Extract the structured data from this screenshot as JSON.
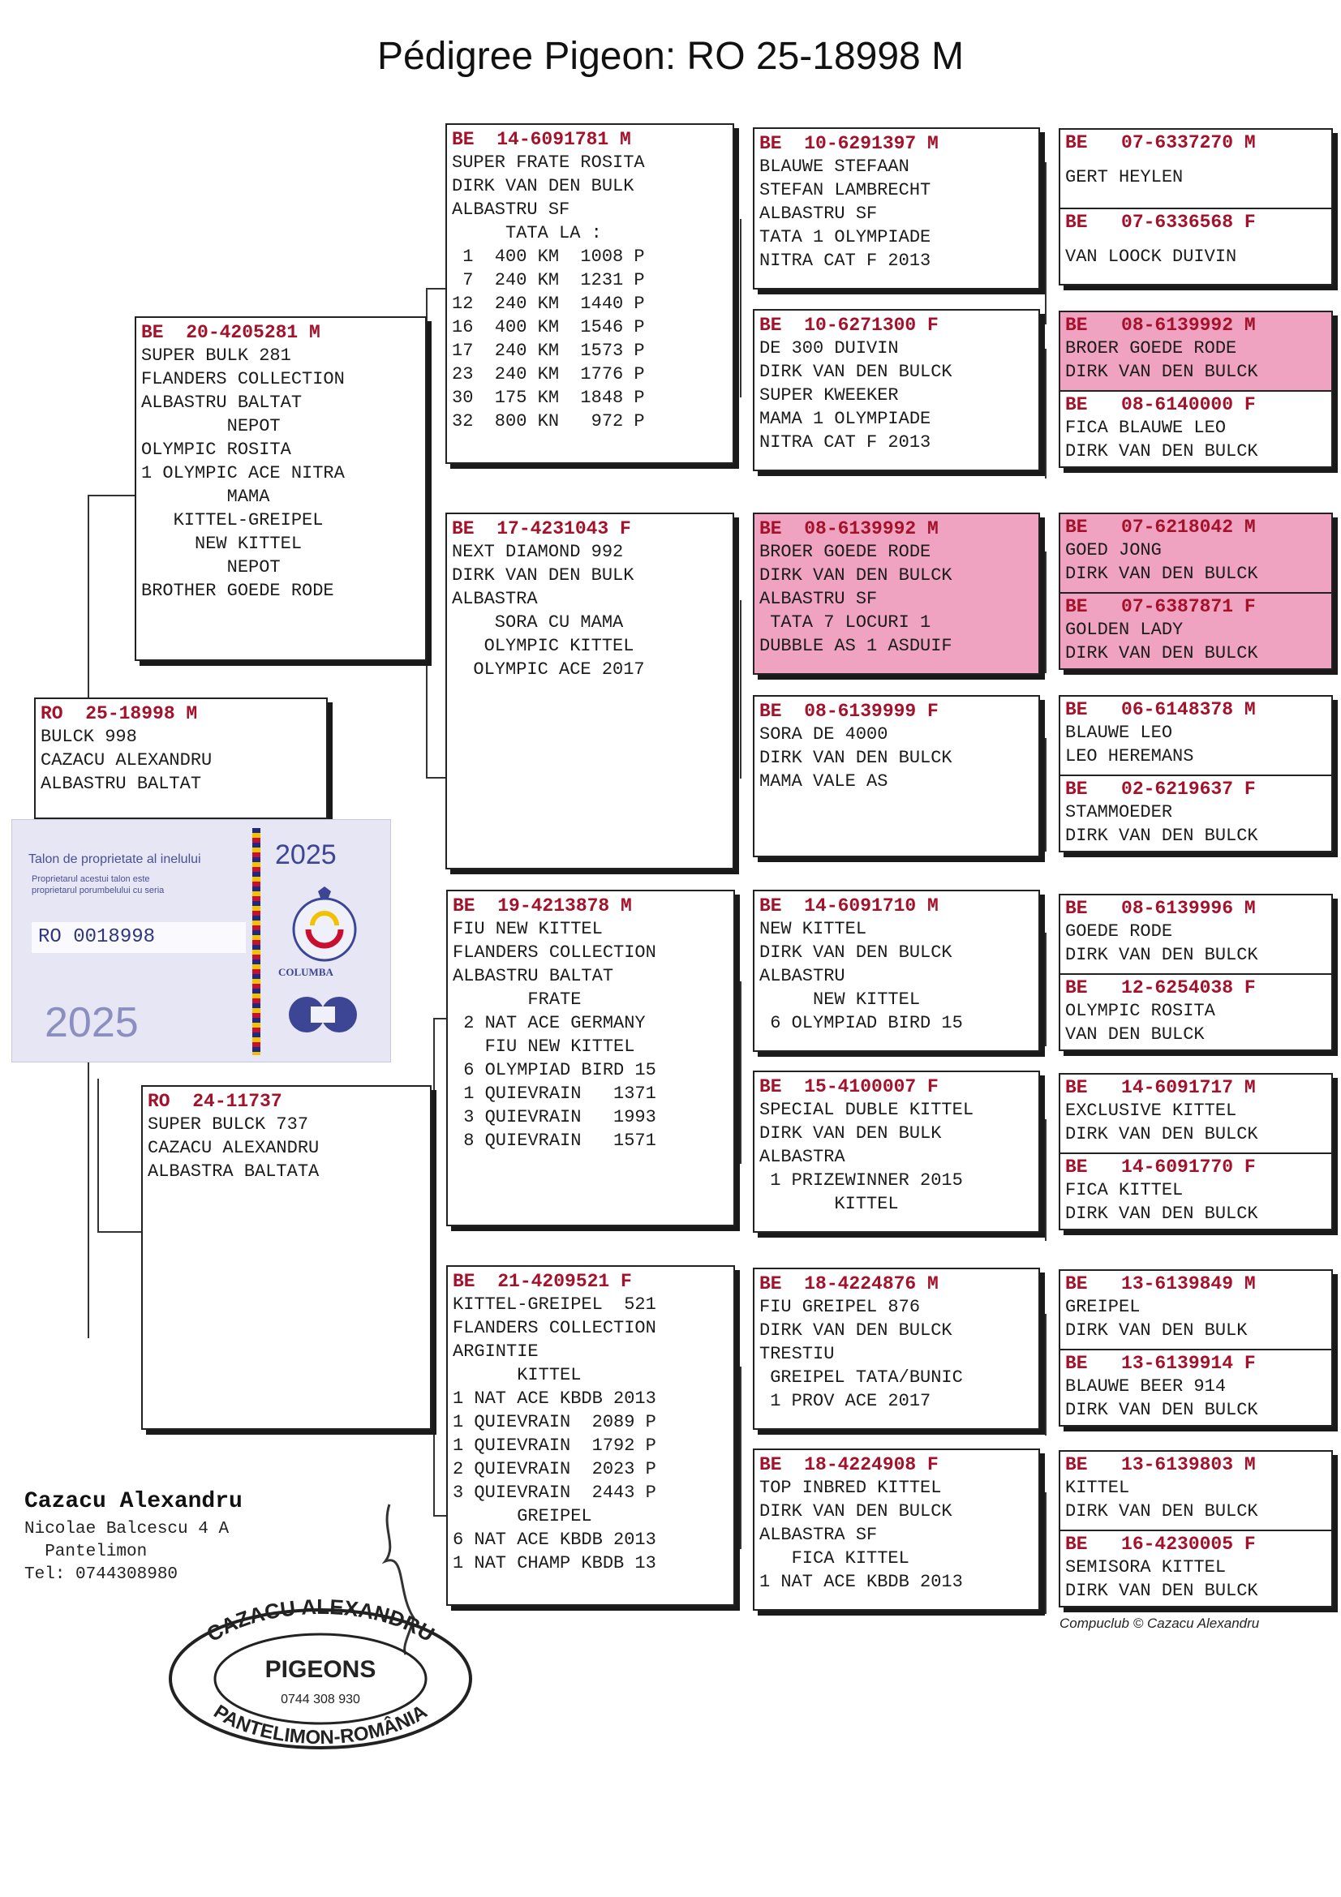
{
  "title": "Pédigree Pigeon: RO  25-18998 M",
  "subject": {
    "header": "RO  25-18998 M",
    "lines": [
      "BULCK 998",
      "CAZACU ALEXANDRU",
      "ALBASTRU BALTAT"
    ]
  },
  "sire": {
    "header": "BE  20-4205281 M",
    "lines": [
      "SUPER BULK 281",
      "FLANDERS COLLECTION",
      "ALBASTRU BALTAT",
      "        NEPOT",
      "OLYMPIC ROSITA",
      "1 OLYMPIC ACE NITRA",
      "        MAMA",
      "   KITTEL-GREIPEL",
      "     NEW KITTEL",
      "        NEPOT",
      "BROTHER GOEDE RODE"
    ]
  },
  "dam": {
    "header": "RO  24-11737",
    "lines": [
      "SUPER BULCK 737",
      "CAZACU ALEXANDRU",
      "ALBASTRA BALTATA"
    ]
  },
  "gen2": [
    {
      "header": "BE  14-6091781 M",
      "lines": [
        "SUPER FRATE ROSITA",
        "DIRK VAN DEN BULK",
        "ALBASTRU SF",
        "     TATA LA :",
        " 1  400 KM  1008 P",
        " 7  240 KM  1231 P",
        "12  240 KM  1440 P",
        "16  400 KM  1546 P",
        "17  240 KM  1573 P",
        "23  240 KM  1776 P",
        "30  175 KM  1848 P",
        "32  800 KN   972 P"
      ]
    },
    {
      "header": "BE  17-4231043 F",
      "lines": [
        "NEXT DIAMOND 992",
        "DIRK VAN DEN BULK",
        "ALBASTRA",
        "    SORA CU MAMA",
        "   OLYMPIC KITTEL",
        "  OLYMPIC ACE 2017"
      ]
    },
    {
      "header": "BE  19-4213878 M",
      "lines": [
        "FIU NEW KITTEL",
        "FLANDERS COLLECTION",
        "ALBASTRU BALTAT",
        "       FRATE",
        " 2 NAT ACE GERMANY",
        "   FIU NEW KITTEL",
        " 6 OLYMPIAD BIRD 15",
        " 1 QUIEVRAIN   1371",
        " 3 QUIEVRAIN   1993",
        " 8 QUIEVRAIN   1571"
      ]
    },
    {
      "header": "BE  21-4209521 F",
      "lines": [
        "KITTEL-GREIPEL  521",
        "FLANDERS COLLECTION",
        "ARGINTIE",
        "      KITTEL",
        "1 NAT ACE KBDB 2013",
        "1 QUIEVRAIN  2089 P",
        "1 QUIEVRAIN  1792 P",
        "2 QUIEVRAIN  2023 P",
        "3 QUIEVRAIN  2443 P",
        "      GREIPEL",
        "6 NAT ACE KBDB 2013",
        "1 NAT CHAMP KBDB 13"
      ]
    }
  ],
  "gen3": [
    {
      "header": "BE  10-6291397 M",
      "lines": [
        "BLAUWE STEFAAN",
        "STEFAN LAMBRECHT",
        "ALBASTRU SF",
        "TATA 1 OLYMPIADE",
        "NITRA CAT F 2013"
      ]
    },
    {
      "header": "BE  10-6271300 F",
      "lines": [
        "DE 300 DUIVIN",
        "DIRK VAN DEN BULCK",
        "SUPER KWEEKER",
        "MAMA 1 OLYMPIADE",
        "NITRA CAT F 2013"
      ]
    },
    {
      "header": "BE  08-6139992 M",
      "lines": [
        "BROER GOEDE RODE",
        "DIRK VAN DEN BULCK",
        "ALBASTRU SF",
        " TATA 7 LOCURI 1",
        "DUBBLE AS 1 ASDUIF"
      ]
    },
    {
      "header": "BE  08-6139999 F",
      "lines": [
        "SORA DE 4000",
        "DIRK VAN DEN BULCK",
        "MAMA VALE AS"
      ]
    },
    {
      "header": "BE  14-6091710 M",
      "lines": [
        "NEW KITTEL",
        "DIRK VAN DEN BULCK",
        "ALBASTRU",
        "     NEW KITTEL",
        " 6 OLYMPIAD BIRD 15"
      ]
    },
    {
      "header": "BE  15-4100007 F",
      "lines": [
        "SPECIAL DUBLE KITTEL",
        "DIRK VAN DEN BULK",
        "ALBASTRA",
        " 1 PRIZEWINNER 2015",
        "       KITTEL"
      ]
    },
    {
      "header": "BE  18-4224876 M",
      "lines": [
        "FIU GREIPEL 876",
        "DIRK VAN DEN BULCK",
        "TRESTIU",
        " GREIPEL TATA/BUNIC",
        " 1 PROV ACE 2017"
      ]
    },
    {
      "header": "BE  18-4224908 F",
      "lines": [
        "TOP INBRED KITTEL",
        "DIRK VAN DEN BULCK",
        "ALBASTRA SF",
        "   FICA KITTEL",
        "1 NAT ACE KBDB 2013"
      ]
    }
  ],
  "gen4": [
    {
      "top": {
        "header": "BE   07-6337270 M",
        "lines": [
          "GERT HEYLEN"
        ]
      },
      "bottom": {
        "header": "BE   07-6336568 F",
        "lines": [
          "VAN LOOCK DUIVIN"
        ]
      }
    },
    {
      "top": {
        "header": "BE   08-6139992 M",
        "lines": [
          "BROER GOEDE RODE",
          "DIRK VAN DEN BULCK"
        ]
      },
      "bottom": {
        "header": "BE   08-6140000 F",
        "lines": [
          "FICA BLAUWE LEO",
          "DIRK VAN DEN BULCK"
        ]
      }
    },
    {
      "top": {
        "header": "BE   07-6218042 M",
        "lines": [
          "GOED JONG",
          "DIRK VAN DEN BULCK"
        ]
      },
      "bottom": {
        "header": "BE   07-6387871 F",
        "lines": [
          "GOLDEN LADY",
          "DIRK VAN DEN BULCK"
        ]
      }
    },
    {
      "top": {
        "header": "BE   06-6148378 M",
        "lines": [
          "BLAUWE LEO",
          "LEO HEREMANS"
        ]
      },
      "bottom": {
        "header": "BE   02-6219637 F",
        "lines": [
          "STAMMOEDER",
          "DIRK VAN DEN BULCK"
        ]
      }
    },
    {
      "top": {
        "header": "BE   08-6139996 M",
        "lines": [
          "GOEDE RODE",
          "DIRK VAN DEN BULCK"
        ]
      },
      "bottom": {
        "header": "BE   12-6254038 F",
        "lines": [
          "OLYMPIC ROSITA",
          "VAN DEN BULCK"
        ]
      }
    },
    {
      "top": {
        "header": "BE   14-6091717 M",
        "lines": [
          "EXCLUSIVE KITTEL",
          "DIRK VAN DEN BULCK"
        ]
      },
      "bottom": {
        "header": "BE   14-6091770 F",
        "lines": [
          "FICA KITTEL",
          "DIRK VAN DEN BULCK"
        ]
      }
    },
    {
      "top": {
        "header": "BE   13-6139849 M",
        "lines": [
          "GREIPEL",
          "DIRK VAN DEN BULK"
        ]
      },
      "bottom": {
        "header": "BE   13-6139914 F",
        "lines": [
          "BLAUWE BEER 914",
          "DIRK VAN DEN BULCK"
        ]
      }
    },
    {
      "top": {
        "header": "BE   13-6139803 M",
        "lines": [
          "KITTEL",
          "DIRK VAN DEN BULCK"
        ]
      },
      "bottom": {
        "header": "BE   16-4230005 F",
        "lines": [
          "SEMISORA KITTEL",
          "DIRK VAN DEN BULCK"
        ]
      }
    }
  ],
  "ring_card": {
    "label": "Talon de proprietate al inelului",
    "note1": "Proprietarul acestui talon este",
    "note2": "proprietarul porumbelului cu seria",
    "ring_number": "RO  0018998",
    "year_top": "2025",
    "year_bottom": "2025",
    "org": "COLUMBA"
  },
  "owner": {
    "name": "Cazacu Alexandru",
    "address1": "Nicolae Balcescu 4 A",
    "address2": "  Pantelimon",
    "phone": "Tel: 0744308980"
  },
  "stamp": {
    "top_text": "CAZACU ALEXANDRU",
    "center": "PIGEONS",
    "phone": "0744 308 930",
    "bottom_text": "PANTELIMON-ROMÂNIA"
  },
  "footer": "Compuclub © Cazacu Alexandru",
  "colors": {
    "header_red": "#a3122a",
    "highlight_pink": "#f0a3c0",
    "ring_card_bg": "#e6e6f4"
  }
}
